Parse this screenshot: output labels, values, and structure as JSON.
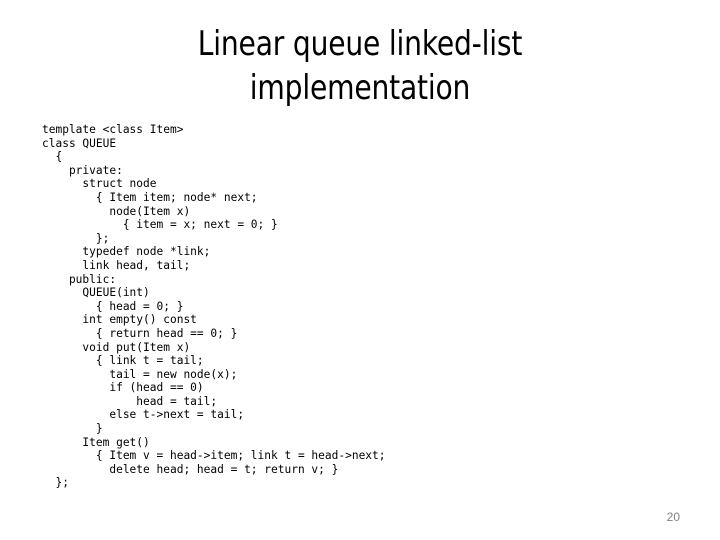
{
  "slide": {
    "background_color": "#ffffff",
    "text_color": "#000000"
  },
  "title": {
    "line1": "Linear queue linked-list",
    "line2": "implementation",
    "full": "Linear queue linked-list implementation"
  },
  "code": {
    "language": "C++",
    "lines": [
      "template <class Item>",
      "class QUEUE",
      "  {",
      "    private:",
      "      struct node",
      "        { Item item; node* next;",
      "          node(Item x)",
      "            { item = x; next = 0; }",
      "        };",
      "      typedef node *link;",
      "      link head, tail;",
      "    public:",
      "      QUEUE(int)",
      "        { head = 0; }",
      "      int empty() const",
      "        { return head == 0; }",
      "      void put(Item x)",
      "        { link t = tail;",
      "          tail = new node(x);",
      "          if (head == 0)",
      "              head = tail;",
      "          else t->next = tail;",
      "        }",
      "      Item get()",
      "        { Item v = head->item; link t = head->next;",
      "          delete head; head = t; return v; }",
      "  };"
    ]
  },
  "footer": {
    "page_number": "20",
    "page_number_color": "#808080"
  }
}
